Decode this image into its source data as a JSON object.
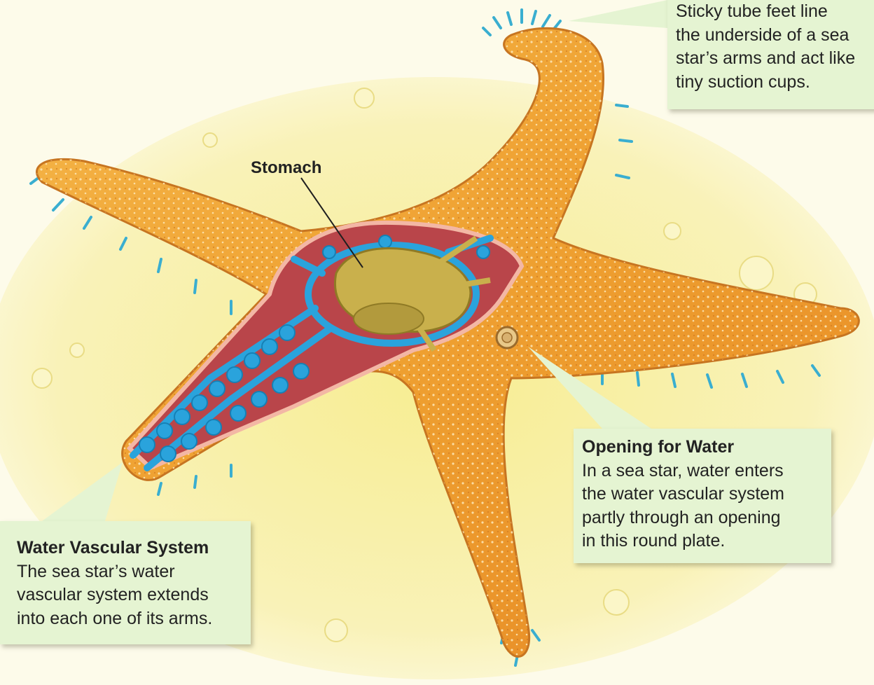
{
  "labels": {
    "stomach": "Stomach"
  },
  "callouts": {
    "tube_feet": {
      "body_lines": [
        "Sticky tube feet line",
        "the underside of a sea",
        "star’s arms and act like",
        "tiny suction cups."
      ]
    },
    "opening_for_water": {
      "heading": "Opening for Water",
      "body_lines": [
        "In a sea star, water enters",
        "the water vascular system",
        "partly through an opening",
        "in this round plate."
      ]
    },
    "water_vascular_system": {
      "heading": "Water Vascular System",
      "body_lines": [
        "The sea star’s water",
        "vascular system extends",
        "into each one of its arms."
      ]
    }
  },
  "colors": {
    "sand": "#f6ec9a",
    "star_body": "#eea033",
    "star_body_light": "#f7c35a",
    "canal": "#2aa3dc",
    "interior": "#b9454a",
    "stomach": "#c9b04c",
    "callout_bg": "#e5f4d2"
  }
}
